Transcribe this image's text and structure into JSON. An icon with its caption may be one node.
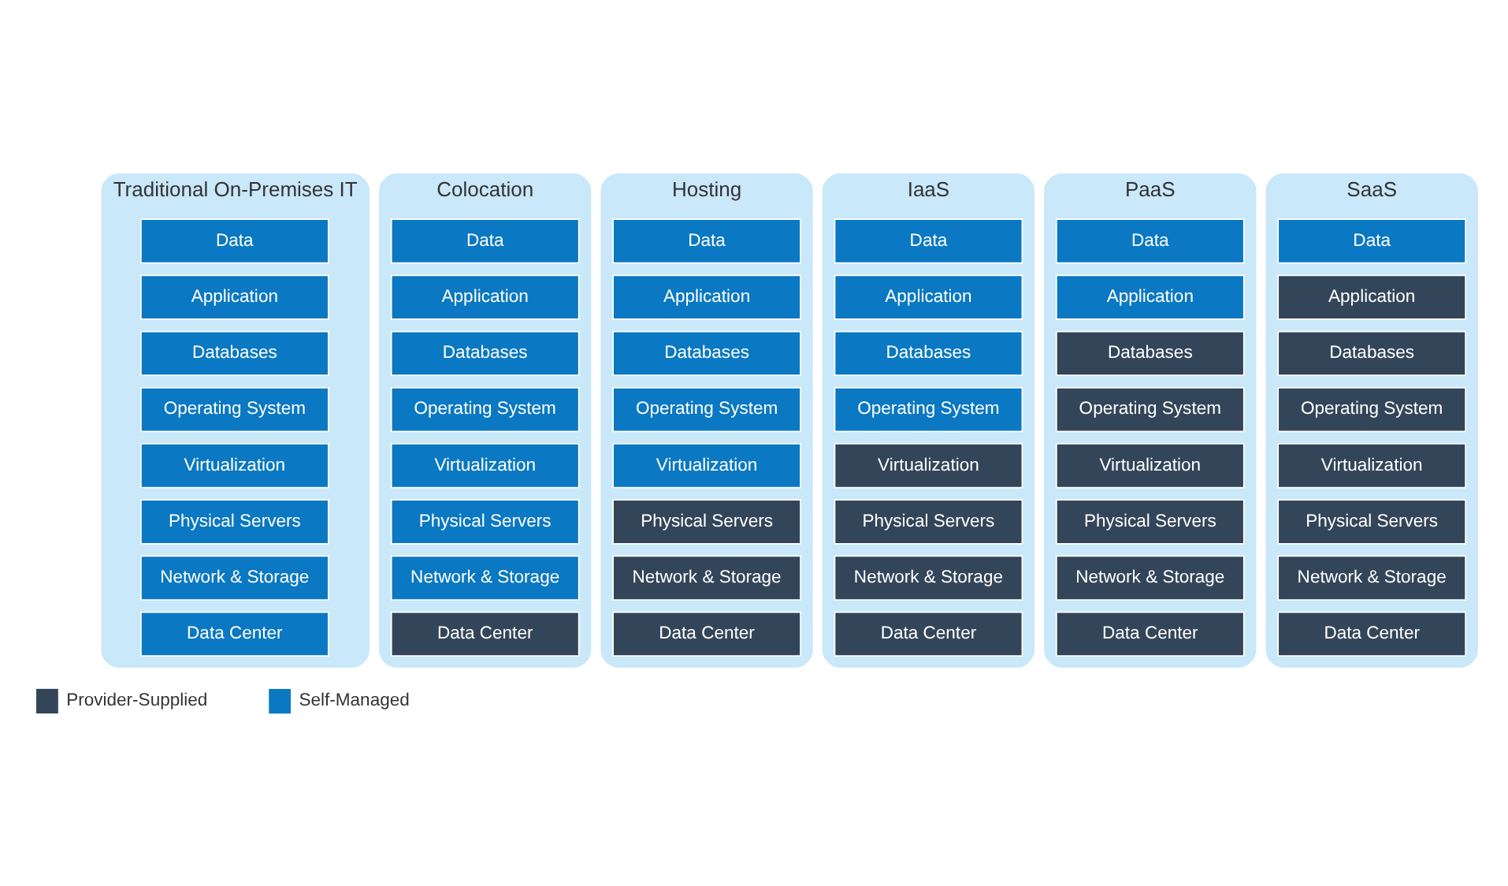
{
  "diagram": {
    "nodes": [
      {
        "text": [
          "Traditional On-Premises IT"
        ]
      },
      {
        "text": [
          "Data"
        ],
        "in": 0
      },
      {
        "text": [
          "Application"
        ],
        "in": 0
      },
      {
        "text": [
          "Databases"
        ],
        "in": 0
      },
      {
        "text": [
          "Operating System"
        ],
        "in": 0
      },
      {
        "text": [
          "Virtualization"
        ],
        "in": 0
      },
      {
        "text": [
          "Physical Servers"
        ],
        "in": 0
      },
      {
        "text": [
          "Network & Storage"
        ],
        "in": 0
      },
      {
        "text": [
          "Data Center"
        ],
        "in": 0
      },
      {
        "text": [
          "Colocation"
        ]
      },
      {
        "text": [
          "Data"
        ],
        "in": 9
      },
      {
        "text": [
          "Application"
        ],
        "in": 9
      },
      {
        "text": [
          "Databases"
        ],
        "in": 9
      },
      {
        "text": [
          "Operating System"
        ],
        "in": 9
      },
      {
        "text": [
          "Virtualization"
        ],
        "in": 9
      },
      {
        "text": [
          "Physical Servers"
        ],
        "in": 9
      },
      {
        "text": [
          "Network & Storage"
        ],
        "in": 9
      },
      {
        "text": [
          "Data Center"
        ],
        "in": 9
      },
      {
        "text": [
          "Hosting"
        ]
      },
      {
        "text": [
          "Data"
        ],
        "in": 18
      },
      {
        "text": [
          "Application"
        ],
        "in": 18
      },
      {
        "text": [
          "Databases"
        ],
        "in": 18
      },
      {
        "text": [
          "Operating System"
        ],
        "in": 18
      },
      {
        "text": [
          "Virtualization"
        ],
        "in": 18
      },
      {
        "text": [
          "Physical Servers"
        ],
        "in": 18
      },
      {
        "text": [
          "Network & Storage"
        ],
        "in": 18
      },
      {
        "text": [
          "Data Center"
        ],
        "in": 18
      },
      {
        "text": [
          "IaaS"
        ]
      },
      {
        "text": [
          "Data"
        ],
        "in": 27
      },
      {
        "text": [
          "Application"
        ],
        "in": 27
      },
      {
        "text": [
          "Databases"
        ],
        "in": 27
      },
      {
        "text": [
          "Operating System"
        ],
        "in": 27
      },
      {
        "text": [
          "Virtualization"
        ],
        "in": 27
      },
      {
        "text": [
          "Physical Servers"
        ],
        "in": 27
      },
      {
        "text": [
          "Network & Storage"
        ],
        "in": 27
      },
      {
        "text": [
          "Data Center"
        ],
        "in": 27
      },
      {
        "text": [
          "PaaS"
        ]
      },
      {
        "text": [
          "Data"
        ],
        "in": 36
      },
      {
        "text": [
          "Application"
        ],
        "in": 36
      },
      {
        "text": [
          "Databases"
        ],
        "in": 36
      },
      {
        "text": [
          "Operating System"
        ],
        "in": 36
      },
      {
        "text": [
          "Virtualization"
        ],
        "in": 36
      },
      {
        "text": [
          "Physical Servers"
        ],
        "in": 36
      },
      {
        "text": [
          "Network & Storage"
        ],
        "in": 36
      },
      {
        "text": [
          "Data Center"
        ],
        "in": 36
      },
      {
        "text": [
          "SaaS"
        ]
      },
      {
        "text": [
          "Data"
        ],
        "in": 45
      },
      {
        "text": [
          "Application"
        ],
        "in": 45
      },
      {
        "text": [
          "Databases"
        ],
        "in": 45
      },
      {
        "text": [
          "Operating System"
        ],
        "in": 45
      },
      {
        "text": [
          "Virtualization"
        ],
        "in": 45
      },
      {
        "text": [
          "Physical Servers"
        ],
        "in": 45
      },
      {
        "text": [
          "Network & Storage"
        ],
        "in": 45
      },
      {
        "text": [
          "Data Center"
        ],
        "in": 45
      }
    ],
    "edges": [],
    "legend": [
      {
        "text": "Provider-Supplied",
        "color": "#334559"
      },
      {
        "text": "Self-Managed",
        "color": "#0a78c2"
      }
    ]
  }
}
